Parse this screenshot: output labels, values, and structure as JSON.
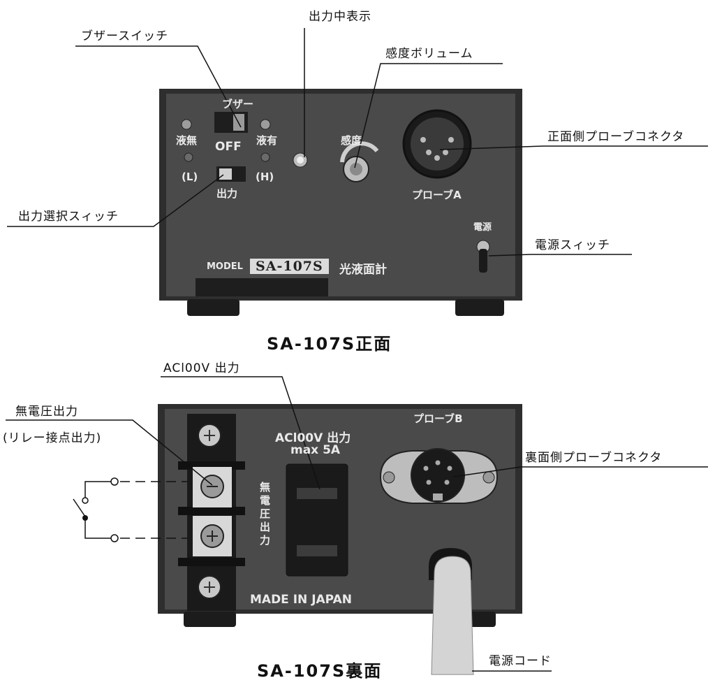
{
  "front": {
    "caption": "SA-107S正面",
    "callouts": {
      "buzzer_switch": "ブザースイッチ",
      "output_indicator": "出力中表示",
      "sensitivity_volume": "感度ボリューム",
      "front_probe_connector": "正面側プローブコネクタ",
      "output_select_switch": "出力選択スィッチ",
      "power_switch": "電源スィッチ"
    },
    "panel": {
      "buzzer": "ブザー",
      "off": "OFF",
      "liquid_none": "液無",
      "liquid_present": "液有",
      "low": "(L)",
      "high": "(H)",
      "output": "出力",
      "sensitivity": "感度",
      "probe_a": "プローブA",
      "power": "電源",
      "model_label": "MODEL",
      "model_number": "SA-107S",
      "product_name": "光液面計"
    }
  },
  "back": {
    "caption": "SA-107S裏面",
    "callouts": {
      "ac100v_output": "ACl00V 出力",
      "voltage_free_output": "無電圧出力",
      "relay_contact_output": "(リレー接点出力)",
      "back_probe_connector": "裏面側プローブコネクタ",
      "power_cord": "電源コード"
    },
    "panel": {
      "ac_output_line1": "ACl00V 出力",
      "ac_output_line2": "max 5A",
      "voltage_free_vertical": "無電圧出力",
      "probe_b": "プローブB",
      "made_in": "MADE IN JAPAN"
    }
  },
  "colors": {
    "panel": "#4a4a4a",
    "panel_edge": "#2e2e2e",
    "knob": "#bdbdbd",
    "screw": "#c8c8c8"
  }
}
